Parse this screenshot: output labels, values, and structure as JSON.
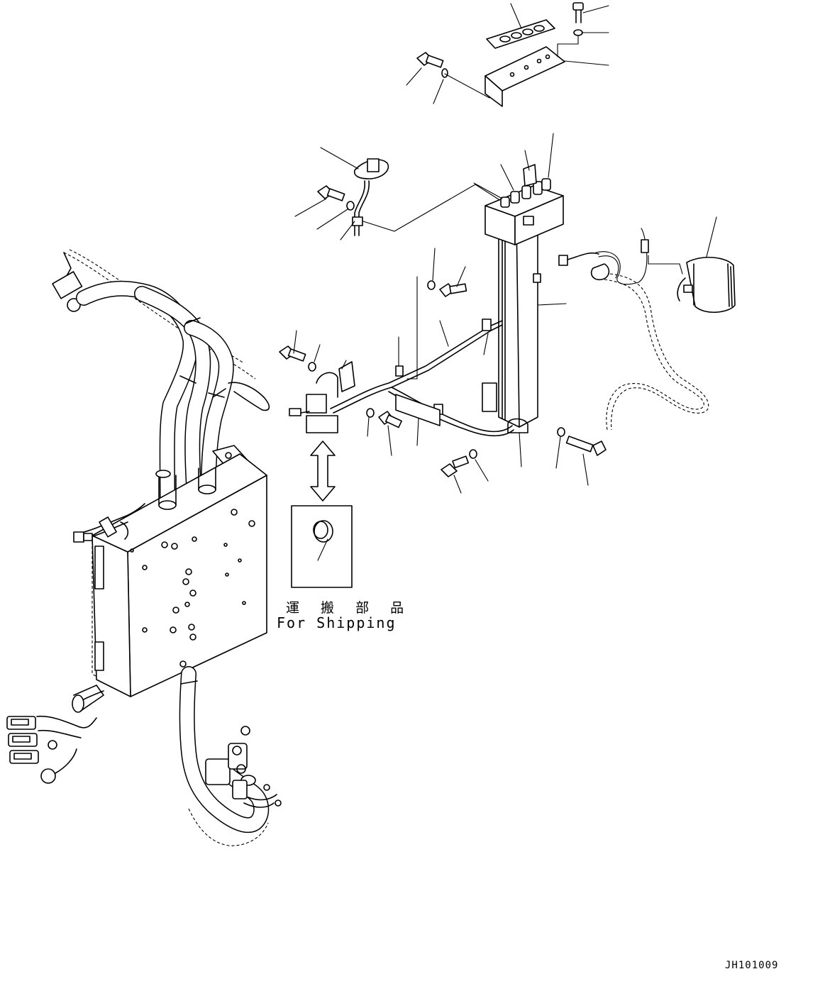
{
  "labels": {
    "shipping_jp": "運 搬 部 品",
    "shipping_en": "For Shipping",
    "drawing_number": "JH101009"
  }
}
